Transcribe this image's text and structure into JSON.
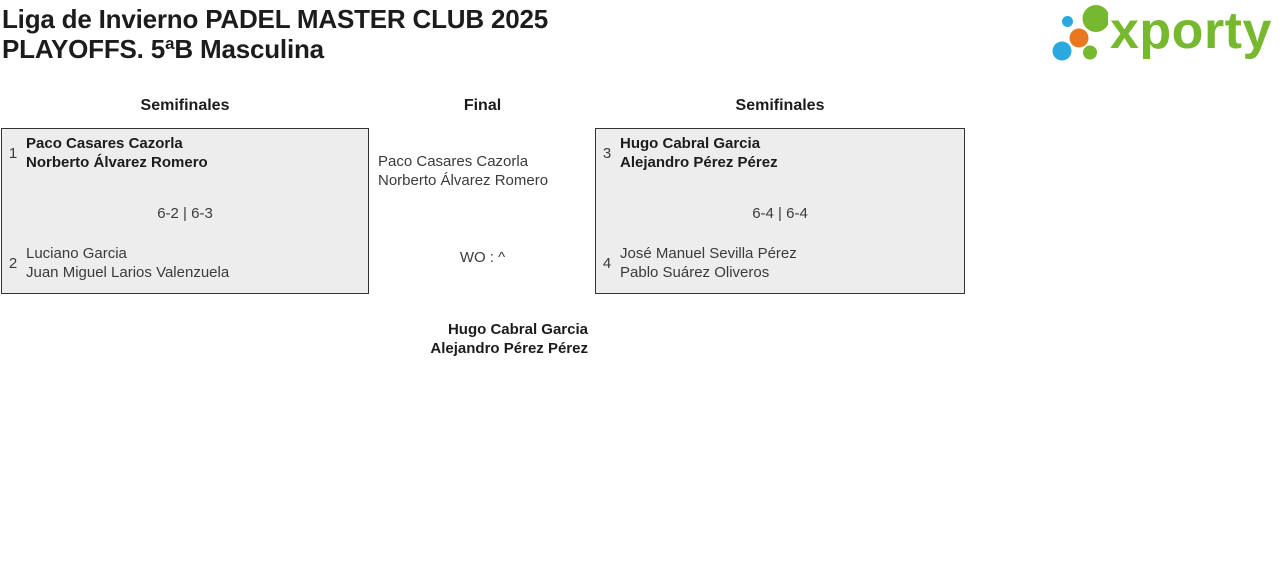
{
  "header": {
    "title": "Liga de Invierno PADEL MASTER CLUB 2025\nPLAYOFFS. 5ªB Masculina"
  },
  "logo": {
    "text": "xporty",
    "text_color": "#76b82e",
    "dot_colors": [
      "#2aa9e0",
      "#76b82e",
      "#e8781e",
      "#2aa9e0",
      "#76b82e"
    ]
  },
  "headers": {
    "left": "Semifinales",
    "center": "Final",
    "right": "Semifinales"
  },
  "semifinal_left": {
    "seed_top": "1",
    "team_top": [
      "Paco Casares Cazorla",
      "Norberto Álvarez Romero"
    ],
    "score": "6-2 | 6-3",
    "seed_bottom": "2",
    "team_bottom": [
      "Luciano Garcia",
      "Juan Miguel Larios Valenzuela"
    ]
  },
  "semifinal_right": {
    "seed_top": "3",
    "team_top": [
      "Hugo Cabral Garcia",
      "Alejandro Pérez Pérez"
    ],
    "score": "6-4 | 6-4",
    "seed_bottom": "4",
    "team_bottom": [
      "José Manuel Sevilla Pérez",
      "Pablo Suárez Oliveros"
    ]
  },
  "final": {
    "team_top": [
      "Paco Casares Cazorla",
      "Norberto Álvarez Romero"
    ],
    "score": "WO : ^",
    "winner": [
      "Hugo Cabral Garcia",
      "Alejandro Pérez Pérez"
    ]
  }
}
